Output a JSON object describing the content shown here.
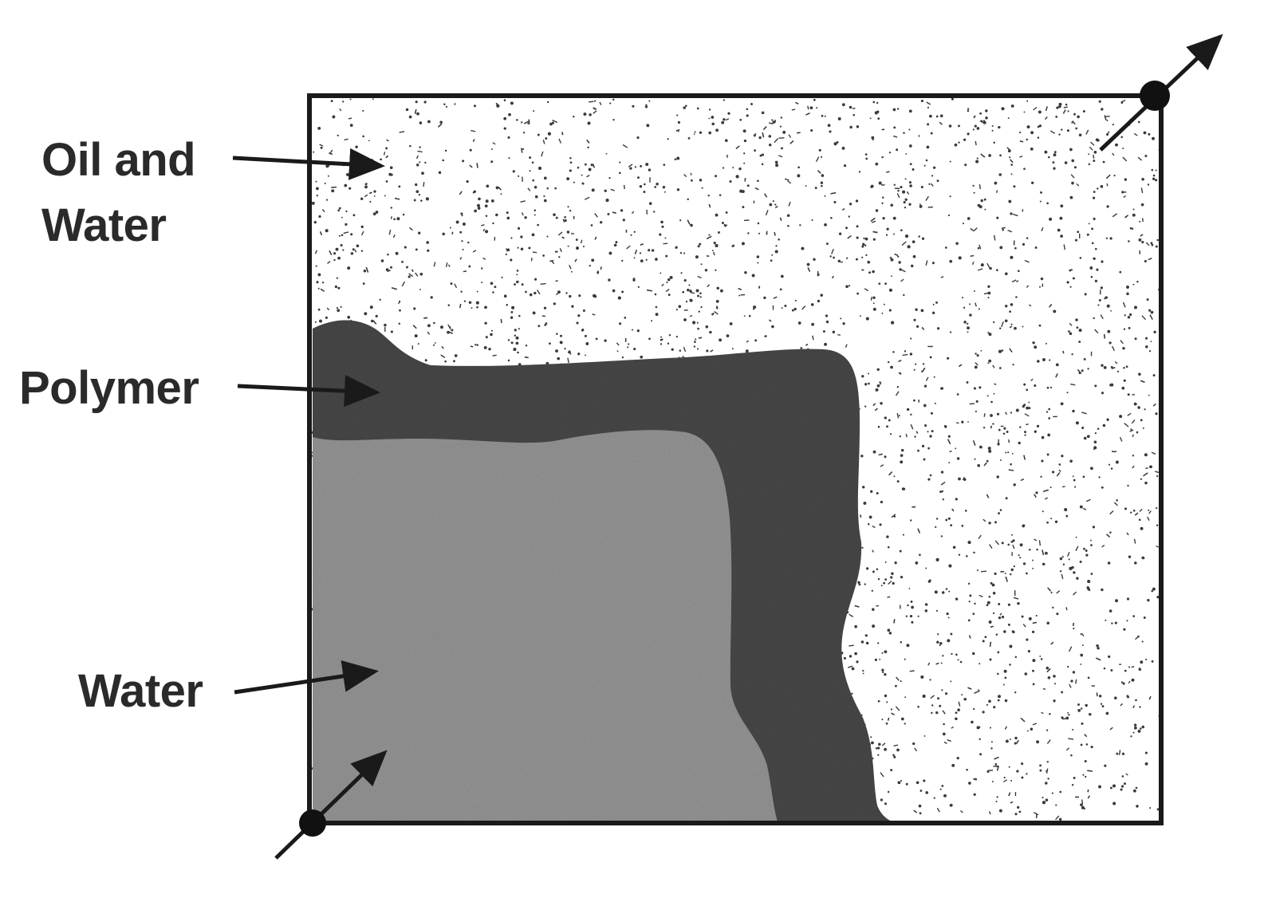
{
  "labels": {
    "oil_and_water_line1": "Oil and",
    "oil_and_water_line2": "Water",
    "polymer": "Polymer",
    "water": "Water"
  },
  "regions": [
    {
      "name": "oil-and-water-zone",
      "texture": "stippled"
    },
    {
      "name": "polymer-bank",
      "texture": "dark-gray"
    },
    {
      "name": "water-zone",
      "texture": "medium-gray"
    }
  ],
  "wells": [
    {
      "name": "injection-well",
      "corner": "bottom-left",
      "flow": "in"
    },
    {
      "name": "production-well",
      "corner": "top-right",
      "flow": "out"
    }
  ],
  "colors": {
    "outline": "#1a1a1a",
    "oil_water_fill": "#ffffff",
    "stipple": "#3a3a3a",
    "polymer_fill": "#4a4a4a",
    "water_fill": "#9a9a9a",
    "text": "#2a2a2a"
  }
}
